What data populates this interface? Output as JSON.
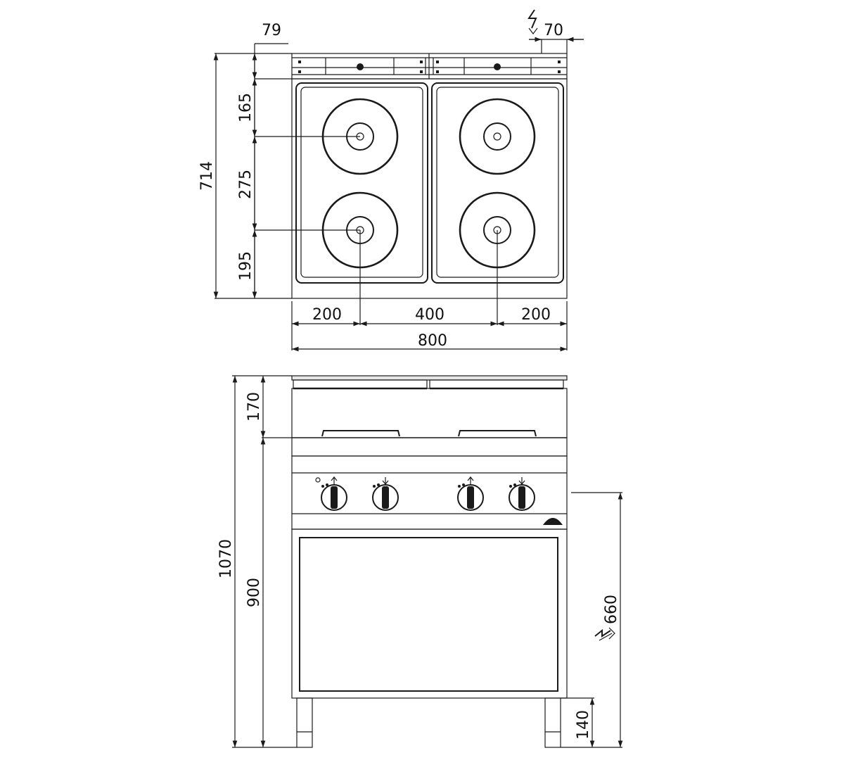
{
  "top_view": {
    "dims": {
      "d79": "79",
      "d70": "70",
      "d165": "165",
      "d714": "714",
      "d275": "275",
      "d195": "195",
      "d200_left": "200",
      "d400": "400",
      "d200_right": "200",
      "d800": "800"
    },
    "icons": [
      "electric-connection-icon"
    ]
  },
  "front_view": {
    "dims": {
      "d170": "170",
      "d1070": "1070",
      "d900": "900",
      "d660": "660",
      "d140": "140"
    },
    "knob_count": 4,
    "icons": [
      "electric-connection-icon",
      "power-light-icon",
      "brand-badge-icon"
    ]
  }
}
